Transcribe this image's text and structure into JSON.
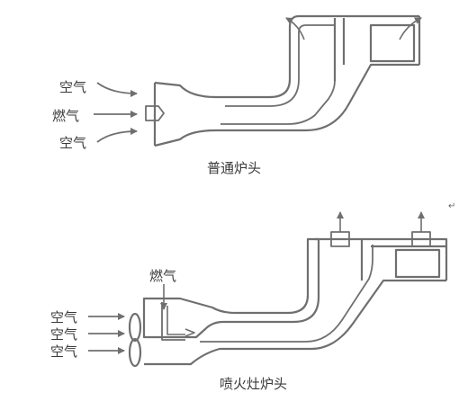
{
  "colors": {
    "line": "#6f6f6f",
    "text": "#3a3a3a",
    "background": "#ffffff"
  },
  "top": {
    "caption": "普通炉头",
    "inputs": [
      "空气",
      "燃气",
      "空气"
    ]
  },
  "bottom": {
    "caption": "喷火灶炉头",
    "gas_label": "燃气",
    "inputs": [
      "空气",
      "空气",
      "空气"
    ]
  },
  "return_mark": "↵"
}
